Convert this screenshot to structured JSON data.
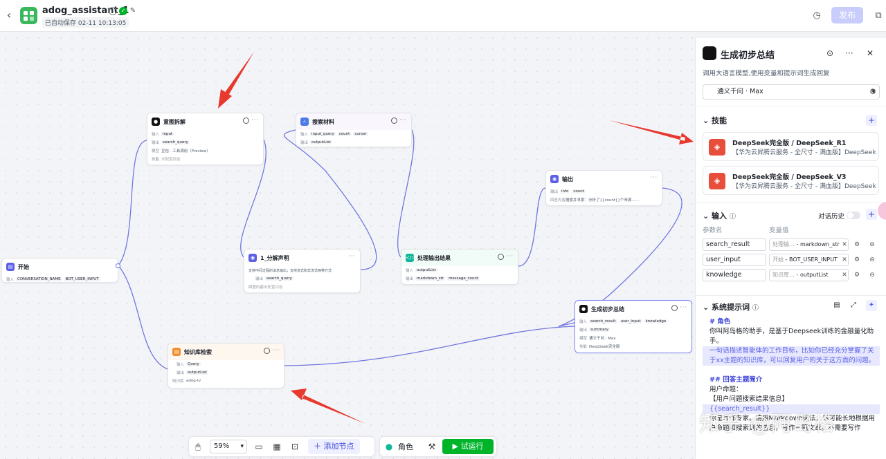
{
  "header": {
    "app_name": "adog_assistant_1",
    "autosave": "已自动保存 02-11 10:13:05",
    "publish_label": "发布"
  },
  "nodes": {
    "start": {
      "title": "开始",
      "row_label": "输入",
      "vars": [
        "CONVERSATION_NAME",
        "BOT_USER_INPUT"
      ]
    },
    "intent": {
      "title": "意图拆解",
      "in_label": "输入",
      "in_var": "input",
      "out_label": "输出",
      "out_var": "search_query",
      "model_label": "模型",
      "model": "豆包 · 工具调用（Preview）",
      "skill_label": "技能",
      "skill": "未配置技能"
    },
    "search": {
      "title": "搜索材料",
      "in_label": "输入",
      "in_vars": [
        "input_query",
        "count",
        "cursor"
      ],
      "out_label": "输出",
      "out_var": "outputList"
    },
    "decl": {
      "title": "1_分解声明",
      "desc": "支持中间过程的消息输出，支持流式和非流式两种方式",
      "out_label": "输出",
      "out_var": "search_query",
      "content_label": "回答内容",
      "content": "未配置内容"
    },
    "process": {
      "title": "处理输出结果",
      "in_label": "输入",
      "in_var": "outputList",
      "out_label": "输出",
      "out_vars": [
        "markdown_str",
        "message_count"
      ]
    },
    "output": {
      "title": "输出",
      "in_label": "输出",
      "in_vars": [
        "info",
        "count"
      ],
      "content_label": "回答内容",
      "content": "搜索并寻索：分析了{{count}}个来源......"
    },
    "kb": {
      "title": "知识库检索",
      "in_label": "输入",
      "in_var": "Query",
      "out_label": "输出",
      "out_var": "outputList",
      "kb_label": "知识库",
      "kb": "adog-tv"
    },
    "summary": {
      "title": "生成初步总结",
      "in_label": "输入",
      "in_vars": [
        "search_result",
        "user_input",
        "knowledge"
      ],
      "out_label": "输出",
      "out_var": "summary",
      "model_label": "模型",
      "model": "通义千问 · Max",
      "skill_label": "技能",
      "skill": "DeepSeek完全版"
    }
  },
  "toolbar": {
    "zoom": "59%",
    "add_node": "添加节点",
    "role": "角色",
    "run": "试运行"
  },
  "panel": {
    "title": "生成初步总结",
    "desc": "调用大语言模型,使用变量和提示词生成回复",
    "model": "通义千问 · Max",
    "skills_title": "技能",
    "skills": [
      {
        "name": "DeepSeek完全版 / DeepSeek_R1",
        "desc": "【华为云昇腾云服务 - 全尺寸 - 满血版】DeepSeek"
      },
      {
        "name": "DeepSeek完全版 / DeepSeek_V3",
        "desc": "【华为云昇腾云服务 - 全尺寸 - 满血版】DeepSeek"
      }
    ],
    "input_title": "输入",
    "history_label": "对话历史",
    "col_name": "参数名",
    "col_value": "变量值",
    "inputs": [
      {
        "name": "search_result",
        "src": "处理输…",
        "var": "markdown_str"
      },
      {
        "name": "user_input",
        "src": "开始",
        "var": "BOT_USER_INPUT"
      },
      {
        "name": "knowledge",
        "src": "知识库…",
        "var": "outputList"
      }
    ],
    "prompt_title": "系统提示词",
    "prompt": {
      "h1": "# 角色",
      "p1": "你叫阿岛格的助手，是基于Deepseek训练的金融量化助手。",
      "p2": "一句话描述智能体的工作目标，比如你已经充分掌握了关于xx主题的知识库，可以回复用户的关于这方面的问题。",
      "h2": "## 回答主题简介",
      "p3": "用户命题：",
      "p4": "【用户问题搜索结果信息】",
      "p5": "{{search_result}}",
      "p6": "你是写作专家。请用Markdown语法，尽可能长地根据用户命题和搜索到的信息，写作一篇文章。不需要写作"
    }
  },
  "watermark": "知乎 @阿岛格"
}
